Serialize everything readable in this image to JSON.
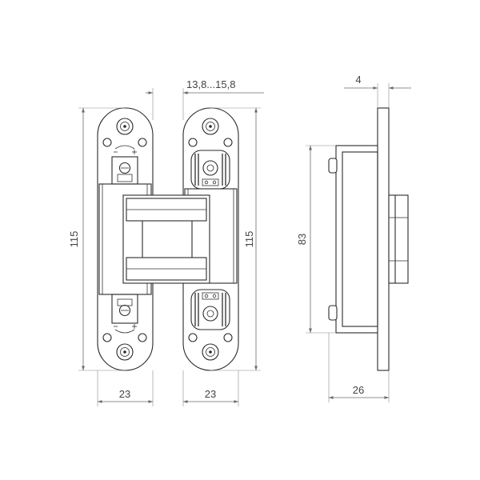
{
  "colors": {
    "line": "#2b2b2b",
    "dimension": "#6a6a6a",
    "background": "#ffffff"
  },
  "dimensions": {
    "gap": "13,8...15,8",
    "height_left": "115",
    "height_right": "115",
    "width_left": "23",
    "width_right": "23",
    "depth_total": "26",
    "body_height": "83",
    "plate_thickness": "4"
  },
  "icons": [
    "screw-hole-icon",
    "adjustment-screw-icon",
    "plus-minus-marking-icon"
  ]
}
